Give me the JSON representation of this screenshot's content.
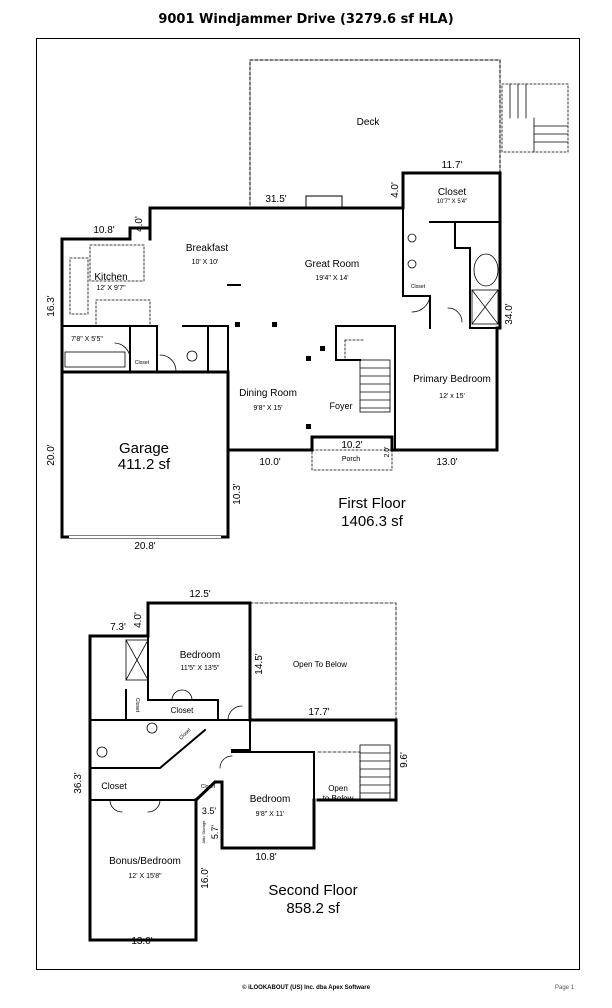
{
  "title": "9001 Windjammer Drive (3279.6 sf HLA)",
  "footer": "© iLOOKABOUT (US) Inc. dba Apex Software",
  "page_label": "Page 1",
  "first_floor": {
    "label": "First Floor",
    "area": "1406.3 sf",
    "rooms": {
      "deck": "Deck",
      "closet": "Closet",
      "closet_dim": "10'7\" X 5'4\"",
      "breakfast": "Breakfast",
      "breakfast_dim": "10' X 10'",
      "great_room": "Great Room",
      "great_room_dim": "19'4\" X 14'",
      "kitchen": "Kitchen",
      "kitchen_dim": "12' X 9'7\"",
      "laundry_dim": "7'8\" X 5'5\"",
      "closet_small1": "Closet",
      "closet_small2": "Closet",
      "dining_room": "Dining Room",
      "dining_room_dim": "9'8\" X 15'",
      "foyer": "Foyer",
      "porch": "Porch",
      "primary_bedroom": "Primary Bedroom",
      "primary_bedroom_dim": "12' x 15'",
      "garage": "Garage",
      "garage_area": "411.2 sf"
    },
    "dims": {
      "d_11_7": "11.7'",
      "d_31_5": "31.5'",
      "d_4_0a": "4.0'",
      "d_10_8": "10.8'",
      "d_4_0b": "4.0'",
      "d_16_3": "16.3'",
      "d_34_0": "34.0'",
      "d_20_0": "20.0'",
      "d_10_3": "10.3'",
      "d_10_0": "10.0'",
      "d_10_2": "10.2'",
      "d_2_0": "2.0'",
      "d_13_0": "13.0'",
      "d_20_8": "20.8'"
    }
  },
  "second_floor": {
    "label": "Second Floor",
    "area": "858.2 sf",
    "rooms": {
      "bedroom1": "Bedroom",
      "bedroom1_dim": "11'5\" X 13'5\"",
      "open_to_below1": "Open To Below",
      "closet_a": "Closet",
      "closet_b": "Closet",
      "closet_c": "Closet",
      "closet_d": "Closet",
      "closet_e": "Closet",
      "bedroom2": "Bedroom",
      "bedroom2_dim": "9'8\" X 11'",
      "open_to_below2a": "Open",
      "open_to_below2b": "to Below",
      "attic_storage": "Attic Storage",
      "bonus": "Bonus/Bedroom",
      "bonus_dim": "12' X 15'8\""
    },
    "dims": {
      "d_12_5": "12.5'",
      "d_7_3": "7.3'",
      "d_4_0": "4.0'",
      "d_14_5": "14.5'",
      "d_17_7": "17.7'",
      "d_9_6": "9.6'",
      "d_36_3": "36.3'",
      "d_3_5": "3.5'",
      "d_5_7": "5.7'",
      "d_10_8": "10.8'",
      "d_16_0": "16.0'",
      "d_13_0": "13.0'"
    }
  }
}
